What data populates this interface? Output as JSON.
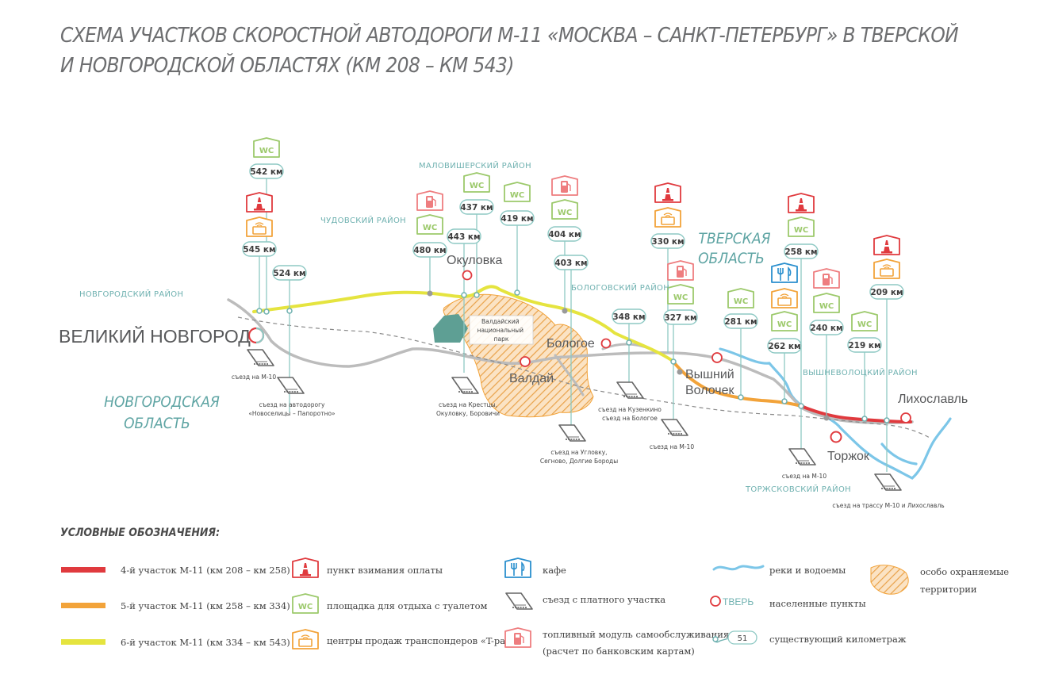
{
  "title": {
    "line1": "СХЕМА УЧАСТКОВ СКОРОСТНОЙ АВТОДОРОГИ М-11 «МОСКВА – САНКТ-ПЕТЕРБУРГ» В ТВЕРСКОЙ",
    "line2": "И НОВГОРОДСКОЙ ОБЛАСТЯХ (КМ 208 – КМ 543)"
  },
  "colors": {
    "section4": "#e03a3e",
    "section5": "#f2a33a",
    "section6": "#e5e43f",
    "existing_road": "#bcbcbc",
    "rail": "#8a8a8a",
    "river": "#7cc6e8",
    "marker_line": "#8ec9c4",
    "park": "#f2a33a",
    "toll_red": "#e03a3e",
    "wc_green": "#9cc96b",
    "tpass_orange": "#f2a33a",
    "fuel_pink": "#ee7d7f",
    "cafe_blue": "#2a8fce",
    "settlement_red": "#e03a3e"
  },
  "map": {
    "oblasts": {
      "novgorod": [
        "НОВГОРОДСКАЯ",
        "ОБЛАСТЬ"
      ],
      "tver": [
        "ТВЕРСКАЯ",
        "ОБЛАСТЬ"
      ]
    },
    "regions": {
      "novgorodsky": "НОВГОРОДСКИЙ РАЙОН",
      "chudovsky": "ЧУДОВСКИЙ РАЙОН",
      "malovishersky": "МАЛОВИШЕРСКИЙ РАЙОН",
      "bologovsky": "БОЛОГОВСКИЙ РАЙОН",
      "vyshnevolotsky": "ВЫШНЕВОЛОЦКИЙ РАЙОН",
      "torzhoksky": "ТОРЖСКОВСКИЙ РАЙОН"
    },
    "cities": {
      "veliky_novgorod": "ВЕЛИКИЙ НОВГОРОД",
      "okulovka": "Окуловка",
      "valday": "Валдай",
      "bologoe": "Бологое",
      "vyshny_volochek": [
        "Вышний",
        "Волочек"
      ],
      "torzhok": "Торжок",
      "likhoslavl": "Лихославль"
    },
    "park_label": [
      "Валдайский",
      "национальный",
      "парк"
    ],
    "km": {
      "k542": "542 км",
      "k545": "545 км",
      "k524": "524 км",
      "k480": "480 км",
      "k443": "443 км",
      "k437": "437 км",
      "k419": "419 км",
      "k404": "404 км",
      "k403": "403 км",
      "k348": "348 км",
      "k330": "330 км",
      "k327": "327 км",
      "k281": "281 км",
      "k262": "262 км",
      "k258": "258 км",
      "k240": "240 км",
      "k219": "219 км",
      "k209": "209 км"
    },
    "wc_label": "WC",
    "exits": {
      "e1": [
        "съезд на М-10"
      ],
      "e2": [
        "съезд на автодорогу",
        "«Новоселицы – Папоротно»"
      ],
      "e3": [
        "съезд на Крестцы,",
        "Окуловку, Боровичи"
      ],
      "e4": [
        "съезд на Угловку,",
        "Сегново, Долгие Бороды"
      ],
      "e5": [
        "съезд на Кузенкино",
        "съезд на Бологое"
      ],
      "e6": [
        "съезд на М-10"
      ],
      "e7": [
        "съезд на М-10"
      ],
      "e8": [
        "съезд на трассу М-10 и Лихославль"
      ]
    }
  },
  "legend": {
    "title": "УСЛОВНЫЕ ОБОЗНАЧЕНИЯ:",
    "section4": "4-й участок М-11 (км 208 – км 258)",
    "section5": "5-й участок М-11 (км 258 – км 334)",
    "section6": "6-й участок М-11 (км 334 – км 543)",
    "toll": "пункт взимания оплаты",
    "wc": "площадка для отдыха с туалетом",
    "tpass": "центры продаж транспондеров «T-pass»",
    "cafe": "кафе",
    "exit": "съезд с платного участка",
    "fuel": [
      "топливный модуль самообслуживания",
      "(расчет по банковским картам)"
    ],
    "rivers": "реки и водоемы",
    "settlements_sample": "ТВЕРЬ",
    "settlements": "населенные пункты",
    "km_sample": "51",
    "km_existing": "существующий километраж",
    "protected": [
      "особо охраняемые",
      "территории"
    ]
  }
}
